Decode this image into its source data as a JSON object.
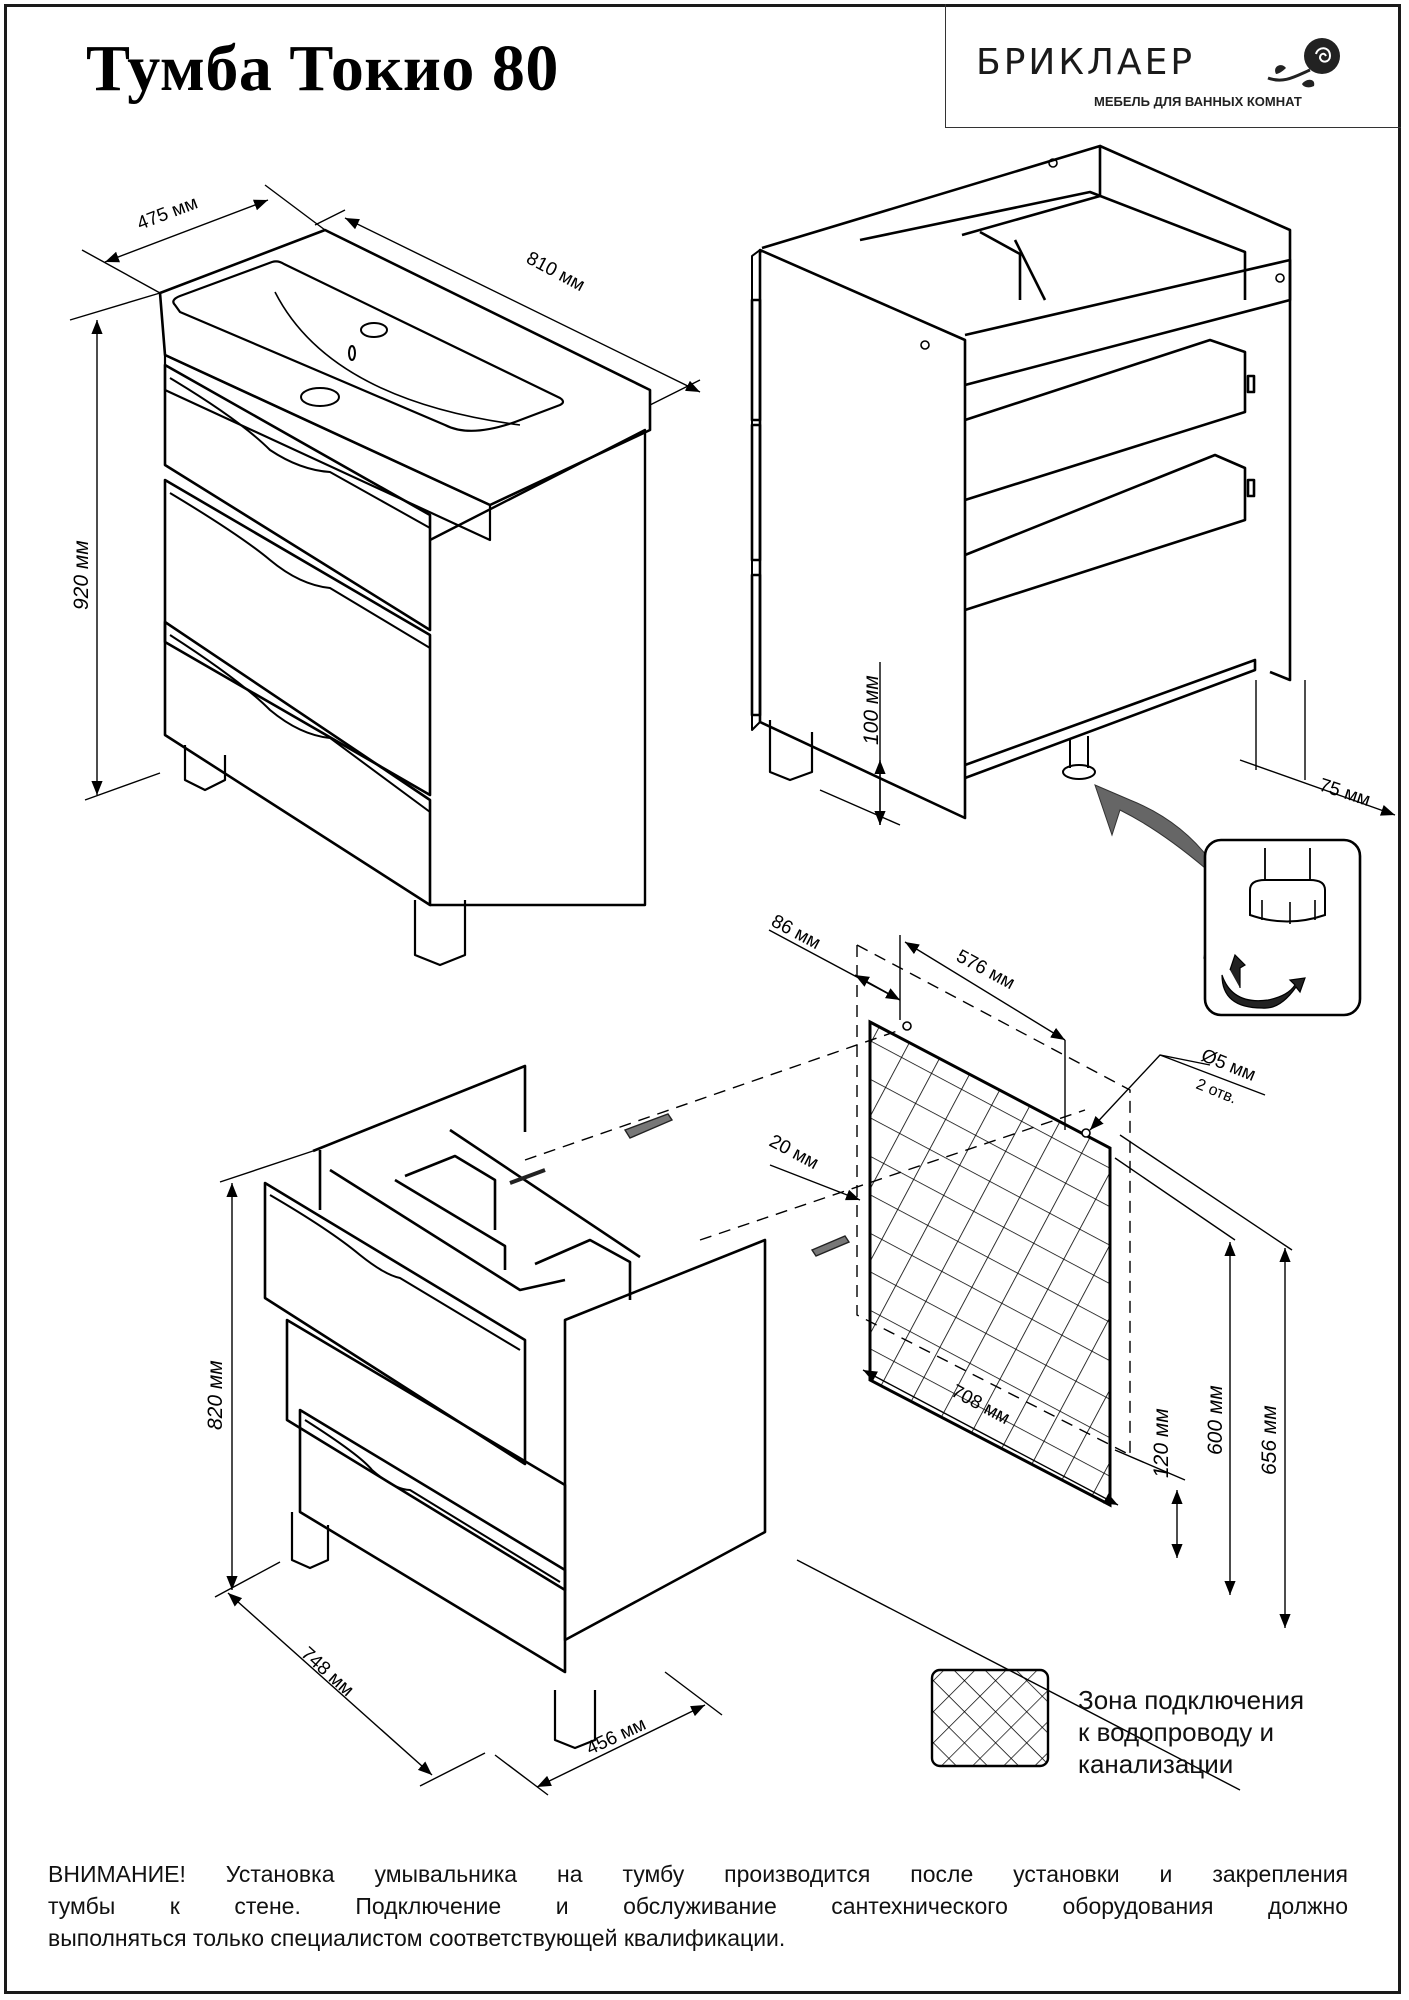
{
  "document": {
    "title": "Тумба Токио 80"
  },
  "brand": {
    "name": "БРИКЛАЕР",
    "tagline": "МЕБЕЛЬ ДЛЯ ВАННЫХ КОМНАТ",
    "logo_icon": "rose-icon"
  },
  "views": {
    "assembled": {
      "dimensions": {
        "depth": "475 мм",
        "width": "810 мм",
        "height": "920 мм"
      }
    },
    "open_frame": {
      "dimensions": {
        "leg_height": "100 мм",
        "back_offset": "75 мм"
      },
      "detail": {
        "icon": "adjustable-foot-icon",
        "rotate_icon": "rotate-arrow-icon"
      }
    },
    "wall_mount": {
      "dimensions": {
        "side_offset": "86 мм",
        "hole_spacing": "576 мм",
        "hole_diameter": "Ø5 мм",
        "hole_count": "2 отв.",
        "depth_offset": "20 мм",
        "zone_width": "708 мм",
        "zone_bottom": "120 мм",
        "zone_top": "600 мм",
        "hole_height": "656 мм",
        "cabinet_height": "820 мм",
        "cabinet_width": "748 мм",
        "cabinet_depth": "456 мм"
      }
    }
  },
  "legend": {
    "icon": "crosshatch-zone-icon",
    "lines": [
      "Зона подключения",
      "к водопроводу и",
      "канализации"
    ]
  },
  "warning": {
    "lines": [
      "ВНИМАНИЕ! Установка умывальника на тумбу производится после установки и закрепления",
      "тумбы к стене. Подключение и обслуживание сантехнического оборудования должно",
      "выполняться только специалистом соответствующей квалификации."
    ]
  },
  "colors": {
    "ink": "#000000",
    "arrow_fill": "#666666",
    "frame": "#1a1a1a"
  }
}
